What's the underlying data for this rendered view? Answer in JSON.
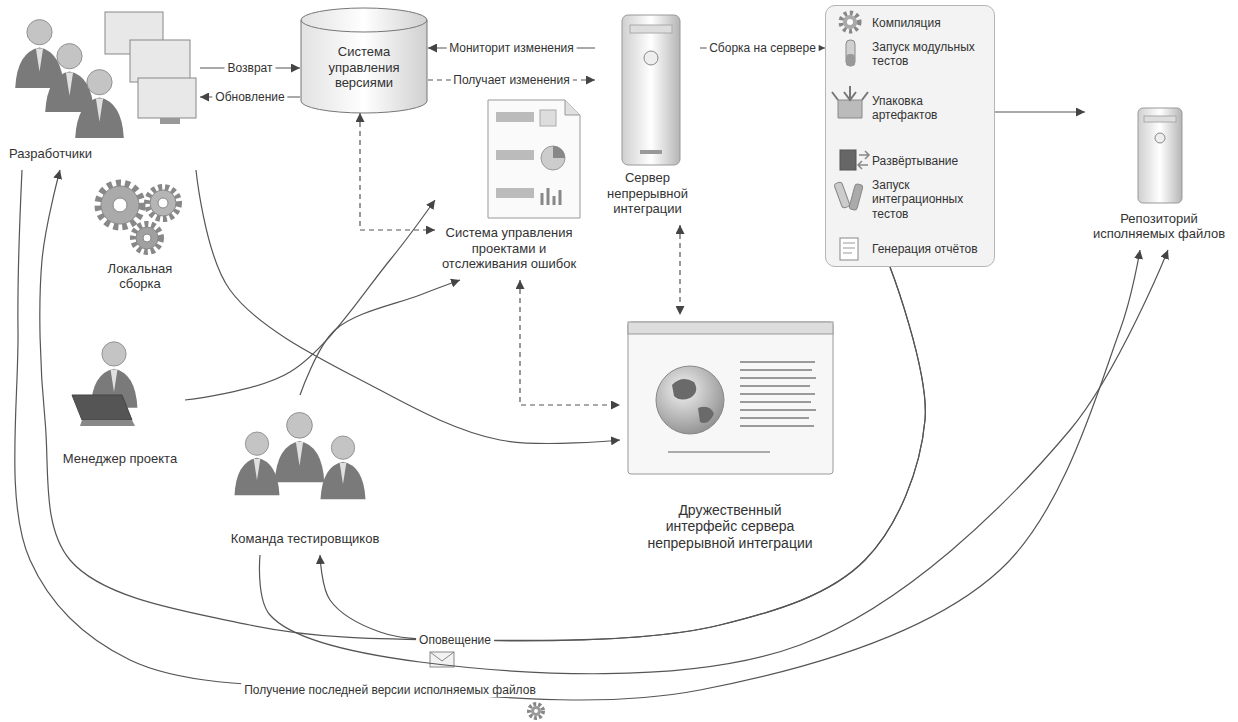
{
  "diagram": {
    "nodes": [
      {
        "text": [
          "Разработчики"
        ]
      },
      {
        "text": [
          "Система управления версиями"
        ]
      },
      {
        "text": [
          "Сервер непрерывной интеграции"
        ]
      },
      {
        "text": [
          "Компиляция",
          "Запуск модульных тестов",
          "Упаковка артефактов",
          "Развёртывание",
          "Запуск интеграционных тестов",
          "Генерация отчётов"
        ]
      },
      {
        "text": [
          "Репозиторий исполняемых файлов"
        ]
      },
      {
        "text": [
          "Локальная сборка"
        ]
      },
      {
        "text": [
          "Система управления проектами и отслеживания ошибок"
        ]
      },
      {
        "text": [
          "Менеджер проекта"
        ]
      },
      {
        "text": [
          "Дружественный интерфейс сервера непрерывной интеграции"
        ]
      },
      {
        "text": [
          "Команда тестировщиков"
        ]
      }
    ],
    "edges": [
      {
        "from": 0,
        "to": 1,
        "label": "Возврат",
        "arrow": "to"
      },
      {
        "from": 1,
        "to": 0,
        "label": "Обновление",
        "arrow": "to"
      },
      {
        "from": 2,
        "to": 1,
        "label": "Мониторит изменения",
        "arrow": "to"
      },
      {
        "from": 1,
        "to": 2,
        "label": "Получает изменения",
        "arrow": "to"
      },
      {
        "from": 2,
        "to": 3,
        "label": "Сборка на сервере",
        "arrow": "to"
      },
      {
        "from": 3,
        "to": 4,
        "arrow": "to"
      },
      {
        "from": 1,
        "to": 6,
        "arrow": "both"
      },
      {
        "from": 2,
        "to": 8,
        "arrow": "both"
      },
      {
        "from": 6,
        "to": 8,
        "arrow": "both"
      },
      {
        "from": 0,
        "to": 8,
        "arrow": "to"
      },
      {
        "from": 7,
        "to": 6,
        "arrow": "to"
      },
      {
        "from": 9,
        "to": 6,
        "arrow": "to"
      },
      {
        "from": 3,
        "to": 0,
        "label": "Оповещение",
        "arrow": "to"
      },
      {
        "from": 3,
        "to": 9,
        "arrow": "to"
      },
      {
        "from": 0,
        "to": 4,
        "label": "Получение последней версии исполняемых файлов",
        "arrow": "to"
      },
      {
        "from": 9,
        "to": 4,
        "arrow": "to"
      }
    ]
  }
}
